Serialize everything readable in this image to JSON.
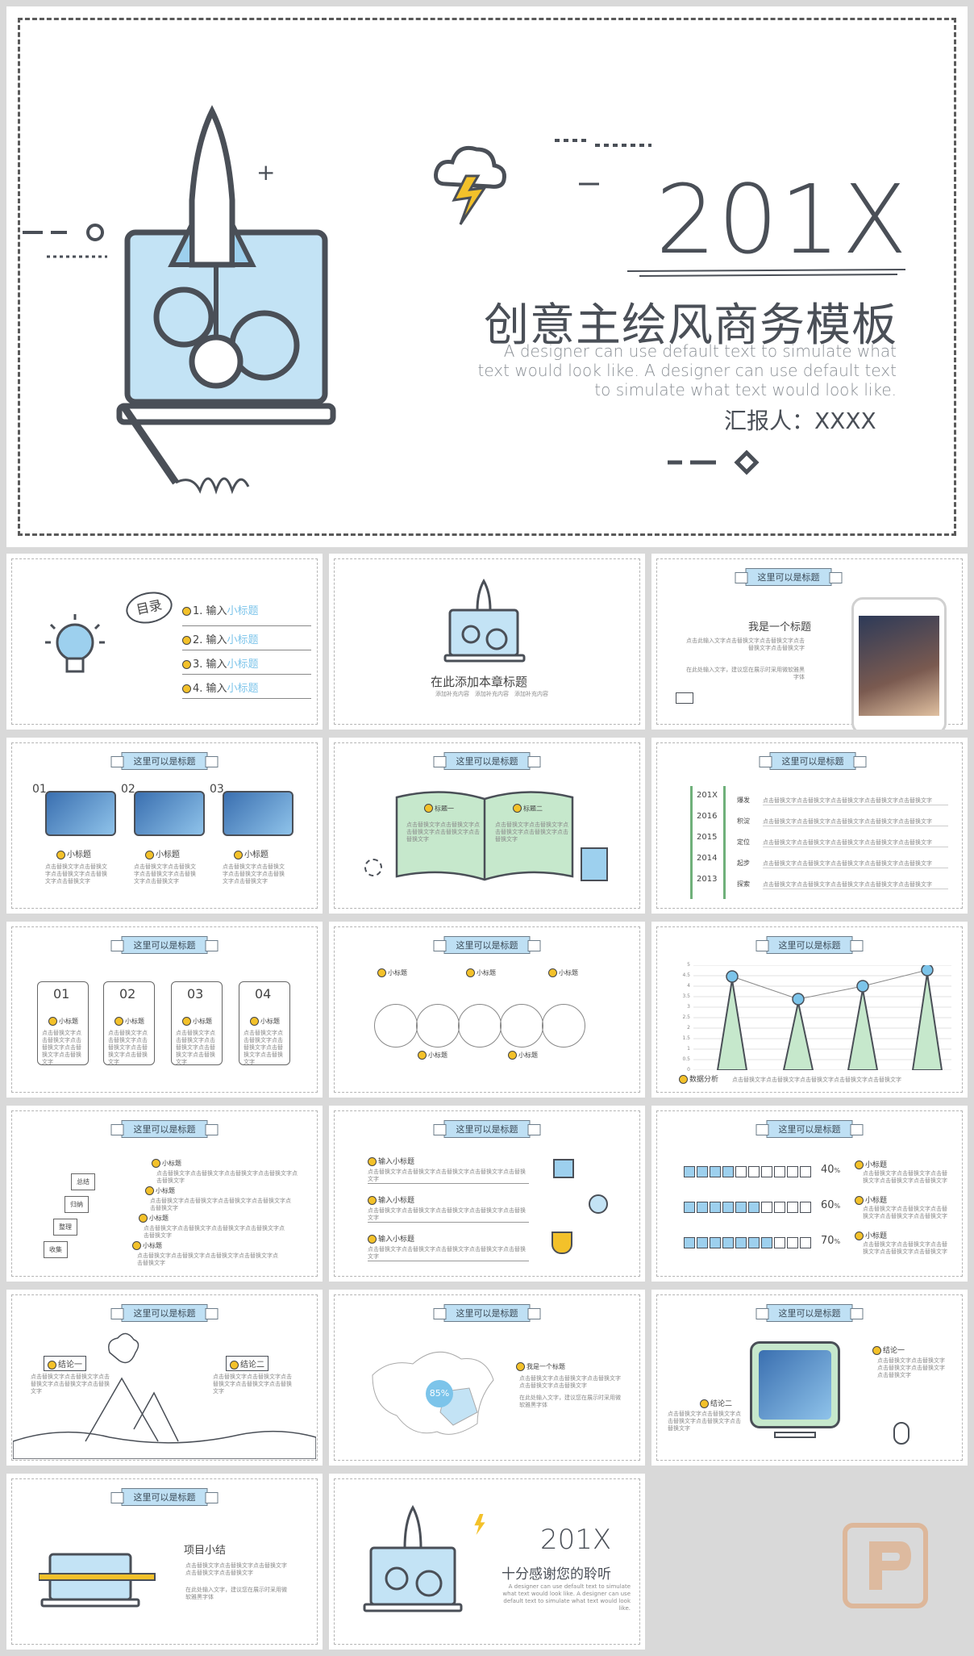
{
  "hero": {
    "year": "201X",
    "title": "创意主绘风商务模板",
    "subtitle": "A designer can use default text to simulate what text would look like. A designer can use default text to simulate what text would look like.",
    "reporter": "汇报人：XXXX"
  },
  "common": {
    "ribbon": "这里可以是标题",
    "body_text": "点击替换文字点击替换文字点击替换文字点击替换文字点击替换文字"
  },
  "toc": {
    "bubble": "目录",
    "items": [
      {
        "num": "1. 输入",
        "label": "小标题"
      },
      {
        "num": "2. 输入",
        "label": "小标题"
      },
      {
        "num": "3. 输入",
        "label": "小标题"
      },
      {
        "num": "4. 输入",
        "label": "小标题"
      }
    ]
  },
  "chapter": {
    "title": "在此添加本章标题",
    "tags": [
      "添加补充内容",
      "添加补充内容",
      "添加补充内容"
    ]
  },
  "phone_slide": {
    "heading": "我是一个标题",
    "body": "点击此输入文字点击替换文字点击替换文字点击替换文字点击替换文字",
    "body2": "在此处输入文字，建议您在展示时采用微软雅黑字体"
  },
  "photo_slide": {
    "nums": [
      "01",
      "02",
      "03"
    ],
    "labels": [
      "小标题",
      "小标题",
      "小标题"
    ]
  },
  "book_slide": {
    "labels": [
      "标题一",
      "标题二"
    ]
  },
  "ladder_slide": {
    "years": [
      "201X",
      "2016",
      "2015",
      "2014",
      "2013"
    ],
    "labels": [
      "爆发",
      "积淀",
      "定位",
      "起步",
      "探索"
    ]
  },
  "cards_slide": {
    "nums": [
      "01",
      "02",
      "03",
      "04"
    ],
    "labels": [
      "小标题",
      "小标题",
      "小标题",
      "小标题"
    ]
  },
  "circles_slide": {
    "labels": [
      "小标题",
      "小标题",
      "小标题",
      "小标题",
      "小标题"
    ]
  },
  "chart_slide": {
    "yticks": [
      "5",
      "4.5",
      "4",
      "3.5",
      "3",
      "2.5",
      "2",
      "1.5",
      "1",
      "0.5",
      "0"
    ],
    "label": "数据分析"
  },
  "stairs_slide": {
    "steps": [
      "总结",
      "归纳",
      "整理",
      "收集"
    ],
    "labels": [
      "小标题",
      "小标题",
      "小标题",
      "小标题"
    ]
  },
  "inputs_slide": {
    "labels": [
      "输入小标题",
      "输入小标题",
      "输入小标题"
    ]
  },
  "progress_slide": {
    "percents": [
      "40",
      "60",
      "70"
    ],
    "unit": "%",
    "labels": [
      "小标题",
      "小标题",
      "小标题"
    ]
  },
  "mountain_slide": {
    "labels": [
      "结论一",
      "结论二"
    ]
  },
  "map_slide": {
    "percent": "85%",
    "heading": "我是一个标题"
  },
  "monitor_slide": {
    "labels": [
      "结论一",
      "结论二"
    ]
  },
  "summary_slide": {
    "heading": "项目小结"
  },
  "end_slide": {
    "year": "201X",
    "title": "十分感谢您的聆听",
    "subtitle": "A designer can use default text to simulate what text would look like. A designer can use default text to simulate what text would look like."
  },
  "colors": {
    "accent_blue": "#bfe0f4",
    "accent_green": "#c6e8cc",
    "accent_yellow": "#f3c12a",
    "ink": "#4a4f57"
  }
}
